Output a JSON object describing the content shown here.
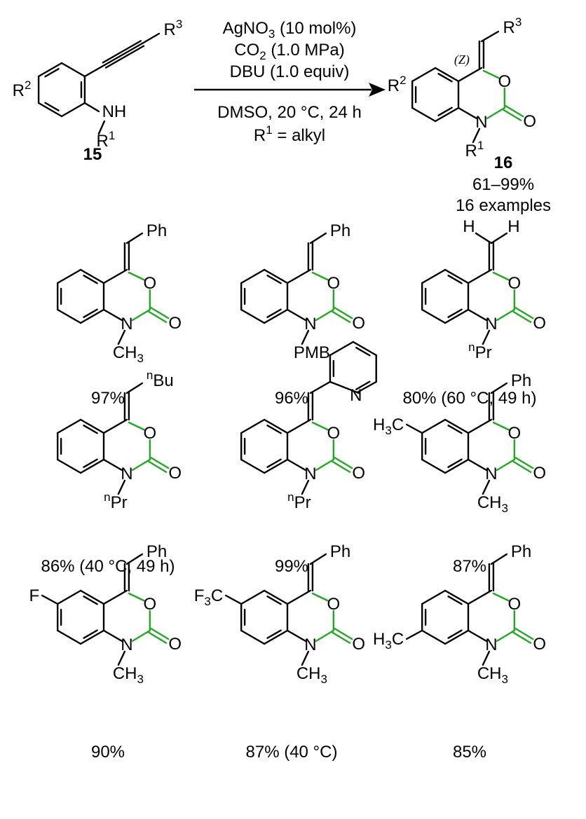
{
  "reaction": {
    "conditions": [
      [
        "AgNO",
        "3",
        " (10 mol%)"
      ],
      [
        "CO",
        "2",
        " (1.0 MPa)"
      ],
      [
        "DBU (1.0 equiv)"
      ]
    ],
    "below_arrow": [
      "DMSO, 20 °C, 24 h"
    ],
    "r1_note": [
      "R",
      "1",
      " = alkyl"
    ],
    "sm_label": "15",
    "prod_label": "16",
    "yield_range": "61–99%",
    "examples": "16 examples",
    "stereo": "(Z)"
  },
  "sm": {
    "R2": [
      "R",
      "2"
    ],
    "R3": [
      "R",
      "3"
    ],
    "NH": "NH",
    "R1": [
      "R",
      "1"
    ]
  },
  "product": {
    "R2": [
      "R",
      "2"
    ],
    "R3": [
      "R",
      "3"
    ],
    "N": "N",
    "O": "O",
    "R1": [
      "R",
      "1"
    ]
  },
  "compounds": [
    {
      "vinyl": "Ph",
      "nsub": "CH3",
      "ring_sub": "",
      "sub_pos": "",
      "yield": "97%"
    },
    {
      "vinyl": "Ph",
      "nsub": "PMB",
      "ring_sub": "",
      "sub_pos": "",
      "yield": "96%"
    },
    {
      "vinyl": "H",
      "nsub": "nPr",
      "ring_sub": "",
      "sub_pos": "",
      "yield": "80% (60 °C, 49 h)"
    },
    {
      "vinyl": "nBu",
      "nsub": "nPr",
      "ring_sub": "",
      "sub_pos": "",
      "yield": "86% (40 °C, 49 h)"
    },
    {
      "vinyl": "2-pyridyl",
      "nsub": "nPr",
      "ring_sub": "",
      "sub_pos": "",
      "yield": "99%"
    },
    {
      "vinyl": "Ph",
      "nsub": "CH3",
      "ring_sub": "H3C",
      "sub_pos": "6",
      "yield": "87%"
    },
    {
      "vinyl": "Ph",
      "nsub": "CH3",
      "ring_sub": "F",
      "sub_pos": "6",
      "yield": "90%"
    },
    {
      "vinyl": "Ph",
      "nsub": "CH3",
      "ring_sub": "F3C",
      "sub_pos": "6",
      "yield": "87% (40 °C)"
    },
    {
      "vinyl": "Ph",
      "nsub": "CH3",
      "ring_sub": "H3C",
      "sub_pos": "7",
      "yield": "85%"
    }
  ],
  "colors": {
    "carbamate": "#22a822",
    "ink": "#000000"
  }
}
